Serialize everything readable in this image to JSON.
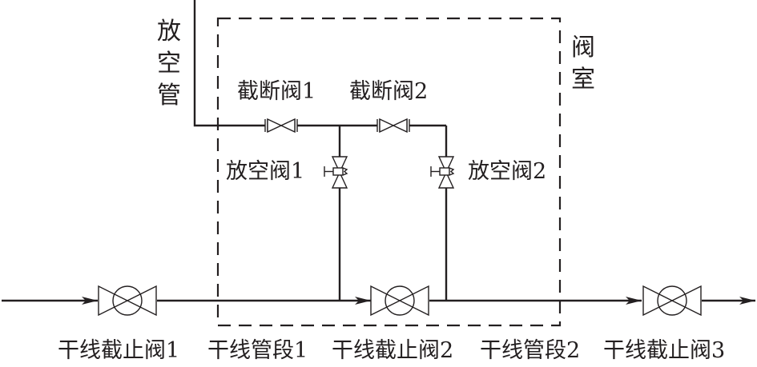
{
  "diagram": {
    "vent_pipe_label": [
      "放",
      "空",
      "管"
    ],
    "valve_room_label": [
      "阀",
      "室"
    ],
    "cutoff_valve_1": "截断阀1",
    "cutoff_valve_2": "截断阀2",
    "vent_valve_1": "放空阀1",
    "vent_valve_2": "放空阀2",
    "bottom_labels": [
      "干线截止阀1",
      "干线管段1",
      "干线截止阀2",
      "干线管段2",
      "干线截止阀3"
    ],
    "line_color": "#231f20"
  }
}
